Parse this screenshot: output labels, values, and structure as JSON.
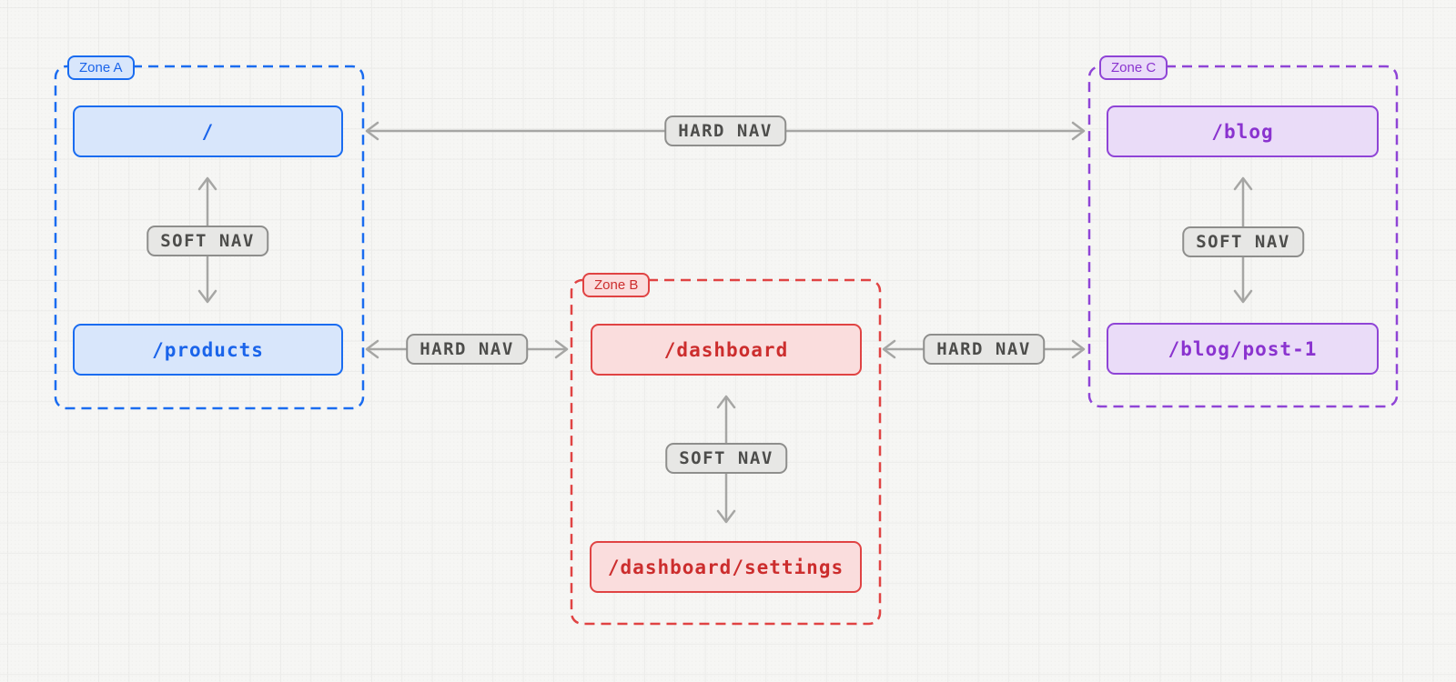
{
  "diagram": {
    "kind": "navigation-zones-diagram",
    "background_color": "#f6f6f4",
    "grid_line_color": "#ececea",
    "arrow_color": "#a6a6a4",
    "nav_pill": {
      "fill": "#e7e7e5",
      "border": "#8e8e8c",
      "text_color": "#4d4d4b"
    }
  },
  "zones": [
    {
      "label": "Zone A",
      "accent": "#1a6cf0",
      "node_fill": "#d8e6fb",
      "text_color": "#1a64ea",
      "nodes": [
        {
          "label": "/"
        },
        {
          "label": "/products"
        }
      ]
    },
    {
      "label": "Zone B",
      "accent": "#e04343",
      "node_fill": "#fadddd",
      "text_color": "#cc2d2d",
      "nodes": [
        {
          "label": "/dashboard"
        },
        {
          "label": "/dashboard/settings"
        }
      ]
    },
    {
      "label": "Zone C",
      "accent": "#8f44d6",
      "node_fill": "#eadcf8",
      "text_color": "#8a33cf",
      "nodes": [
        {
          "label": "/blog"
        },
        {
          "label": "/blog/post-1"
        }
      ]
    }
  ],
  "edges": [
    {
      "label": "HARD NAV",
      "from": "/",
      "to": "/blog",
      "bidirectional": true
    },
    {
      "label": "SOFT NAV",
      "from": "/",
      "to": "/products",
      "bidirectional": true
    },
    {
      "label": "HARD NAV",
      "from": "/products",
      "to": "/dashboard",
      "bidirectional": true
    },
    {
      "label": "HARD NAV",
      "from": "/dashboard",
      "to": "/blog/post-1",
      "bidirectional": true
    },
    {
      "label": "SOFT NAV",
      "from": "/dashboard",
      "to": "/dashboard/settings",
      "bidirectional": true
    },
    {
      "label": "SOFT NAV",
      "from": "/blog",
      "to": "/blog/post-1",
      "bidirectional": true
    }
  ]
}
